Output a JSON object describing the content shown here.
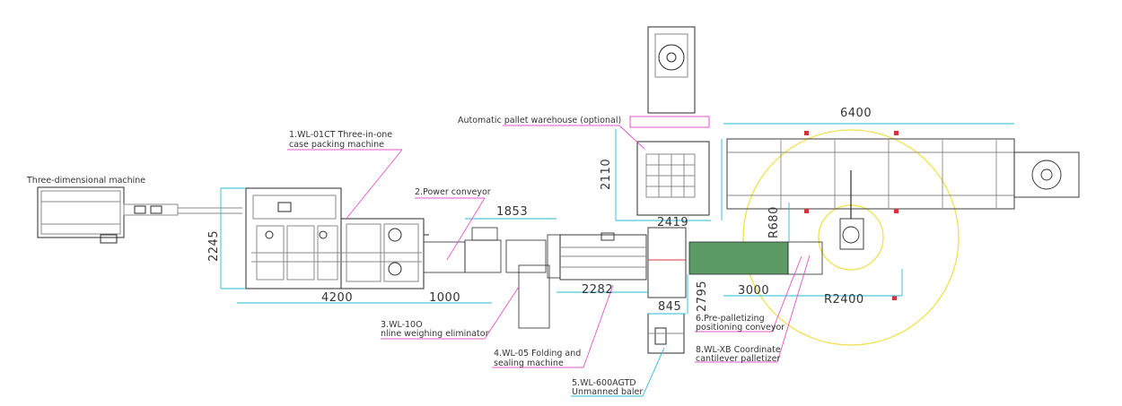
{
  "colors": {
    "outline": "#2a2a2a",
    "detail": "#8a8a8a",
    "dimension_line": "#2bb8d6",
    "leader_line": "#e055c8",
    "robot_envelope": "#f0e24a",
    "conveyor_green": "#5c9a66",
    "marker_red": "#d2353a"
  },
  "labels": {
    "three_dimensional": "Three-dimensional machine",
    "case_packer_line1": "1.WL-01CT Three-in-one",
    "case_packer_line2": "case packing machine",
    "power_conveyor": "2.Power conveyor",
    "pallet_warehouse": "Automatic pallet warehouse (optional)",
    "weighing_line1": "3.WL-10O",
    "weighing_line2": "nline weighing eliminator",
    "folding_line1": "4.WL-05 Folding and",
    "folding_line2": "sealing machine",
    "baler_line1": "5.WL-600AGTD",
    "baler_line2": "Unmanned baler",
    "pre_pallet_line1": "6.Pre-palletizing",
    "pre_pallet_line2": "positioning conveyor",
    "palletizer_line1": "8.WL-XB Coordinate",
    "palletizer_line2": "cantilever palletizer"
  },
  "dimensions": {
    "d6400": "6400",
    "d2110": "2110",
    "d2419": "2419",
    "d1853": "1853",
    "d2245": "2245",
    "d4200": "4200",
    "d1000": "1000",
    "d2282": "2282",
    "d845": "845",
    "d2795": "2795",
    "d3000": "3000",
    "r680": "R680",
    "r2400": "R2400"
  }
}
